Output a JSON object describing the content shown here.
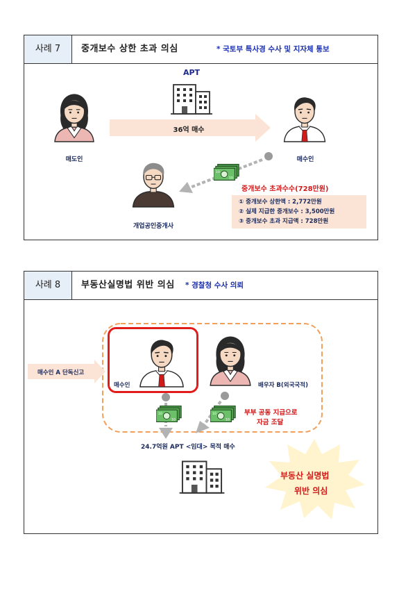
{
  "case7": {
    "number": "사례 7",
    "title": "중개보수 상한 초과 의심",
    "note": "* 국토부 특사경 수사 및 지자체 통보",
    "apt_label": "APT",
    "arrow_label": "36억 매수",
    "seller": "매도인",
    "buyer": "매수인",
    "agent": "개업공인중개사",
    "excess_title": "중개보수 초과수수(728만원)",
    "details": [
      "① 중개보수 상한액 : 2,772만원",
      "② 실제 지급한 중개보수 : 3,500만원",
      "③ 중개보수 초과 지급액 : 728만원"
    ]
  },
  "case8": {
    "number": "사례 8",
    "title": "부동산실명법 위반 의심",
    "note": "* 경찰청 수사 의뢰",
    "report_label": "매수인 A 단독신고",
    "buyer": "매수인",
    "spouse": "배우자 B(외국국적)",
    "joint_funding_line1": "부부 공동 지급으로",
    "joint_funding_line2": "자금 조달",
    "purchase_label": "24.7억원 APT <임대> 목적 매수",
    "burst_line1": "부동산 실명법",
    "burst_line2": "위반 의심"
  },
  "colors": {
    "header_bg": "#e6eef8",
    "arrow_fill": "#fbe3d6",
    "detail_box": "#fbe4d5",
    "red": "#d11a1a",
    "navy": "#1b2a8c",
    "burst": "#fff2c4"
  },
  "icons": {
    "woman": "woman-icon",
    "man": "man-icon",
    "agent": "agent-man-icon",
    "building": "building-icon",
    "money": "money-icon"
  }
}
